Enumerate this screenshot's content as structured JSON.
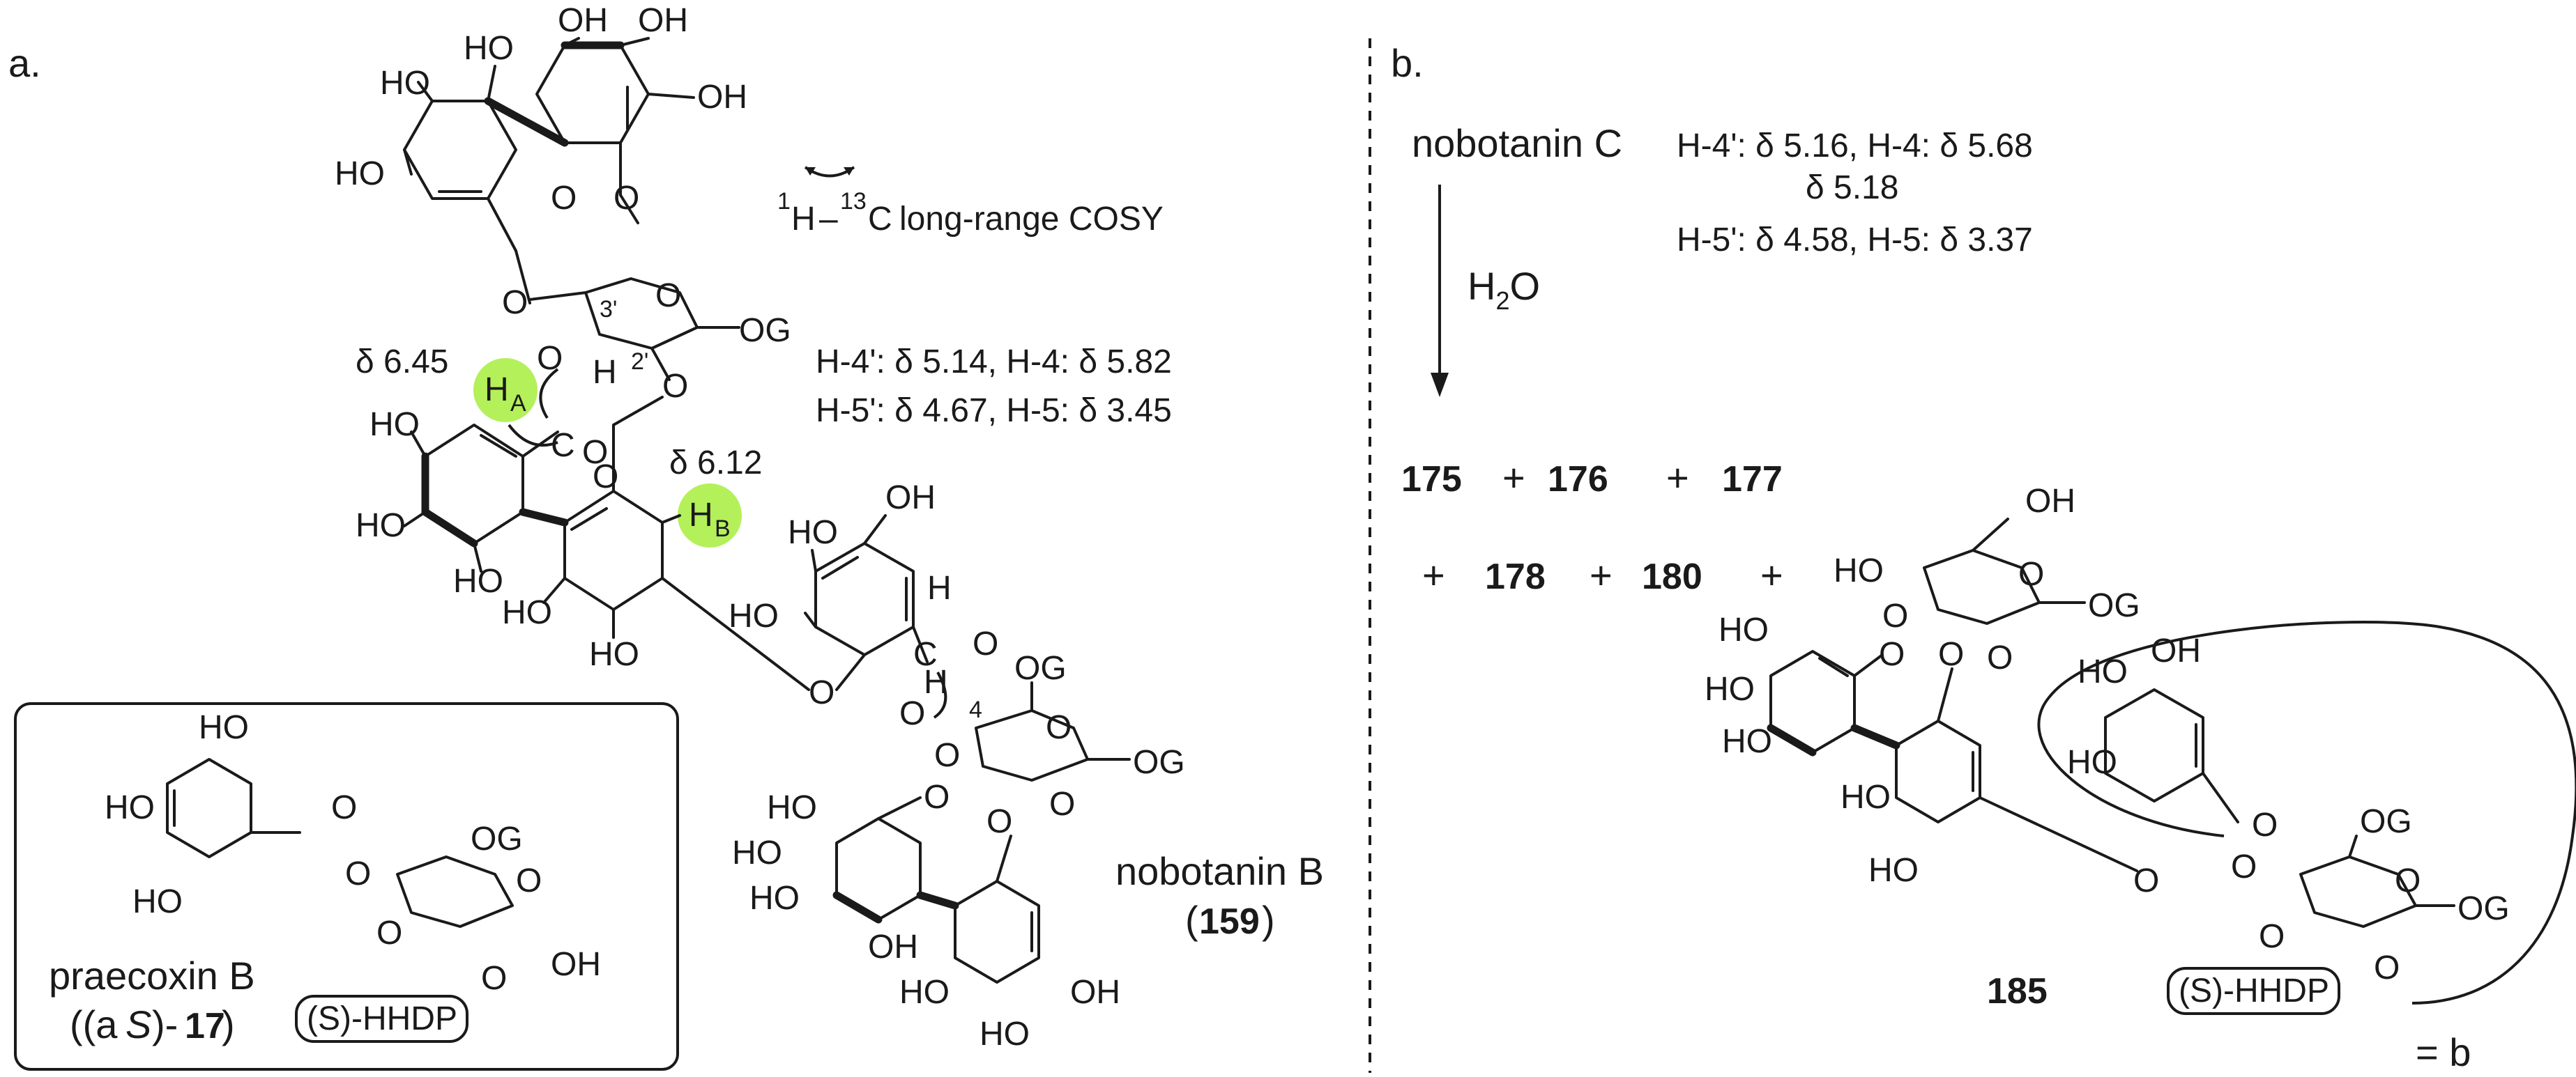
{
  "panel_a": {
    "label": "a.",
    "cosy_legend": "long-range COSY",
    "cosy_h": "1",
    "cosy_c": "13",
    "shift_ha": "δ 6.45",
    "shift_hb": "δ 6.12",
    "ha_label": "H",
    "ha_sub": "A",
    "hb_label": "H",
    "hb_sub": "B",
    "nmr_line1": "H-4': δ 5.14, H-4: δ 5.82",
    "nmr_line2": "H-5': δ 4.67, H-5: δ 3.45",
    "compound_name": "nobotanin B",
    "compound_number": "159",
    "inset": {
      "name": "praecoxin B",
      "label_prefix": "((a",
      "label_s": "S",
      "label_suffix": ")-",
      "label_number": "17",
      "hhdp": "(S)-HHDP"
    }
  },
  "panel_b": {
    "label": "b.",
    "start_compound": "nobotanin C",
    "nmr_line1": "H-4': δ 5.16, H-4: δ 5.68",
    "nmr_line1b": "δ 5.18",
    "nmr_line2": "H-5': δ 4.58, H-5: δ 3.37",
    "reagent": "H2O",
    "products_row1": [
      "175",
      "176",
      "177"
    ],
    "products_row2": [
      "178",
      "180"
    ],
    "plus": "+",
    "product_185": "185",
    "hhdp": "(S)-HHDP",
    "b_label": "= b"
  },
  "atoms": {
    "oh": "OH",
    "ho": "HO",
    "o": "O",
    "og": "OG",
    "h": "H",
    "c": "C",
    "pos3p": "3'",
    "pos2p": "2'",
    "pos4": "4"
  },
  "colors": {
    "highlight": "#b4f05a",
    "ink": "#1a1a1a"
  }
}
